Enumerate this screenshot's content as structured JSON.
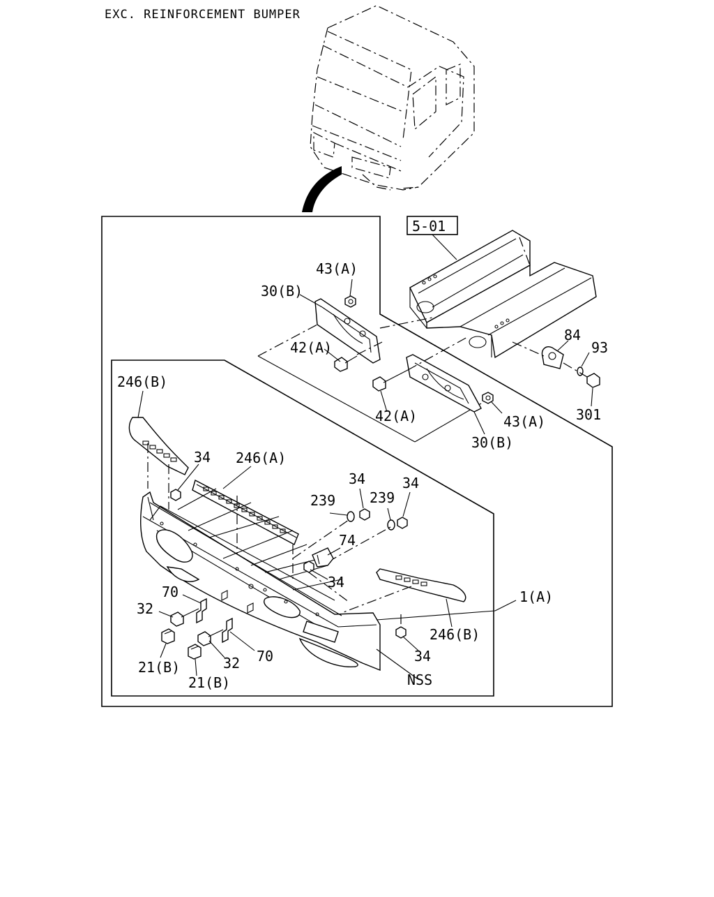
{
  "title": "EXC. REINFORCEMENT  BUMPER",
  "ref_box": "5-01",
  "labels": {
    "l43a_top": "43(A)",
    "l30b_top": "30(B)",
    "l42a_top": "42(A)",
    "l84": "84",
    "l93": "93",
    "l301": "301",
    "l42a_bot": "42(A)",
    "l43a_bot": "43(A)",
    "l30b_bot": "30(B)",
    "l246b_left": "246(B)",
    "l34_a": "34",
    "l246a": "246(A)",
    "l34_b": "34",
    "l239_a": "239",
    "l239_b": "239",
    "l34_c": "34",
    "l74": "74",
    "l34_d": "34",
    "l70_top": "70",
    "l32_left": "32",
    "l1a": "1(A)",
    "l246b_right": "246(B)",
    "l21b_left": "21(B)",
    "l32_mid": "32",
    "l70_mid": "70",
    "l34_e": "34",
    "l21b_mid": "21(B)",
    "l_nss": "NSS"
  }
}
